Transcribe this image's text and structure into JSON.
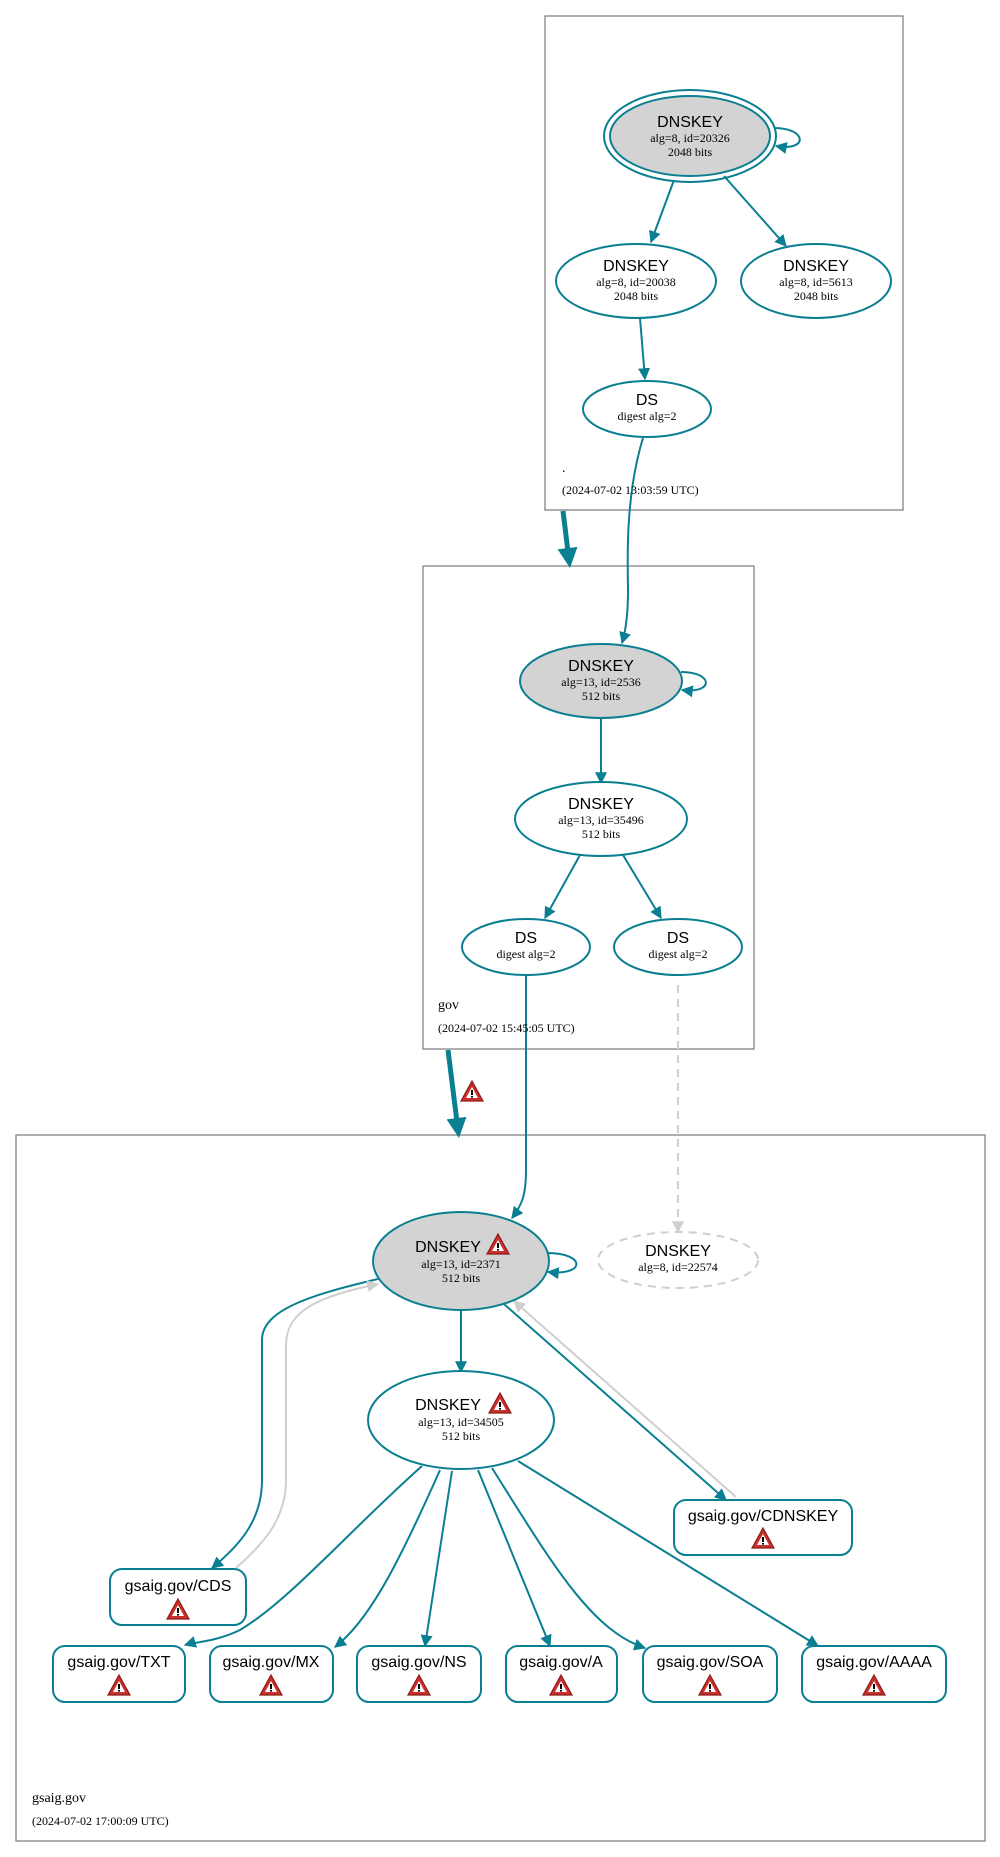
{
  "zones": {
    "root": {
      "name": ".",
      "timestamp": "(2024-07-02 13:03:59 UTC)"
    },
    "gov": {
      "name": "gov",
      "timestamp": "(2024-07-02 15:45:05 UTC)"
    },
    "gsaig": {
      "name": "gsaig.gov",
      "timestamp": "(2024-07-02 17:00:09 UTC)"
    }
  },
  "nodes": {
    "root_ksk": {
      "title": "DNSKEY",
      "line1": "alg=8, id=20326",
      "line2": "2048 bits"
    },
    "root_zsk1": {
      "title": "DNSKEY",
      "line1": "alg=8, id=20038",
      "line2": "2048 bits"
    },
    "root_zsk2": {
      "title": "DNSKEY",
      "line1": "alg=8, id=5613",
      "line2": "2048 bits"
    },
    "root_ds": {
      "title": "DS",
      "line1": "digest alg=2"
    },
    "gov_ksk": {
      "title": "DNSKEY",
      "line1": "alg=13, id=2536",
      "line2": "512 bits"
    },
    "gov_zsk": {
      "title": "DNSKEY",
      "line1": "alg=13, id=35496",
      "line2": "512 bits"
    },
    "gov_ds1": {
      "title": "DS",
      "line1": "digest alg=2"
    },
    "gov_ds2": {
      "title": "DS",
      "line1": "digest alg=2"
    },
    "gsaig_ksk": {
      "title": "DNSKEY",
      "line1": "alg=13, id=2371",
      "line2": "512 bits"
    },
    "gsaig_missing": {
      "title": "DNSKEY",
      "line1": "alg=8, id=22574"
    },
    "gsaig_zsk": {
      "title": "DNSKEY",
      "line1": "alg=13, id=34505",
      "line2": "512 bits"
    }
  },
  "records": {
    "cdnskey": "gsaig.gov/CDNSKEY",
    "cds": "gsaig.gov/CDS",
    "txt": "gsaig.gov/TXT",
    "mx": "gsaig.gov/MX",
    "ns": "gsaig.gov/NS",
    "a": "gsaig.gov/A",
    "soa": "gsaig.gov/SOA",
    "aaaa": "gsaig.gov/AAAA"
  },
  "colors": {
    "edge": "#0a7f91",
    "key_fill": "#d3d3d3",
    "warning": "#c9302c",
    "invalid_edge": "#cfcfcf"
  },
  "icons": {
    "warning": "warning-icon"
  }
}
